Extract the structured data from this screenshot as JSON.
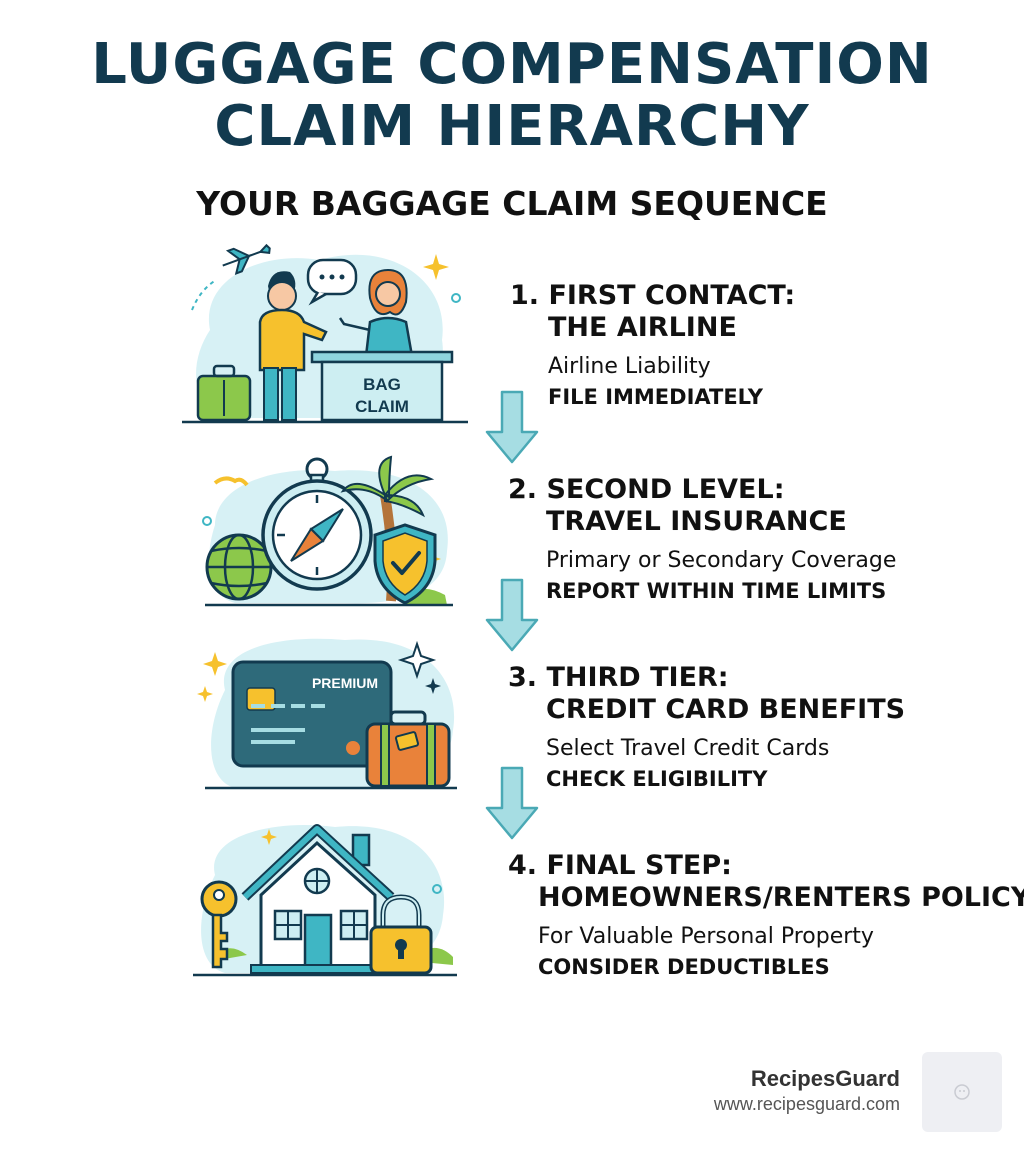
{
  "title": "LUGGAGE COMPENSATION CLAIM HIERARCHY",
  "title_line1": "LUGGAGE COMPENSATION",
  "title_line2": "CLAIM HIERARCHY",
  "subtitle": "YOUR BAGGAGE CLAIM SEQUENCE",
  "colors": {
    "title": "#123a4f",
    "teal": "#3fb6c4",
    "arrow": "#a6dde3",
    "blob": "#d7f1f5"
  },
  "steps": [
    {
      "heading_line1": "1.  FIRST CONTACT:",
      "heading_line2": "THE AIRLINE",
      "description": "Airline Liability",
      "action": "FILE IMMEDIATELY",
      "illustration": "airline-bag-claim-desk",
      "desk_line1": "BAG",
      "desk_line2": "CLAIM"
    },
    {
      "heading_line1": "2.  SECOND LEVEL:",
      "heading_line2": "TRAVEL INSURANCE",
      "description": "Primary or Secondary Coverage",
      "action": "REPORT WITHIN TIME LIMITS",
      "illustration": "globe-compass-shield-palm"
    },
    {
      "heading_line1": "3. THIRD TIER:",
      "heading_line2": "CREDIT CARD BENEFITS",
      "description": "Select Travel Credit Cards",
      "action": "CHECK ELIGIBILITY",
      "illustration": "premium-credit-card-suitcase",
      "card_label": "PREMIUM"
    },
    {
      "heading_line1": "4. FINAL STEP:",
      "heading_line2": "HOMEOWNERS/RENTERS POLICY",
      "description": "For Valuable Personal Property",
      "action": "CONSIDER DEDUCTIBLES",
      "illustration": "house-key-padlock"
    }
  ],
  "brand": {
    "name": "RecipesGuard",
    "url": "www.recipesguard.com"
  }
}
